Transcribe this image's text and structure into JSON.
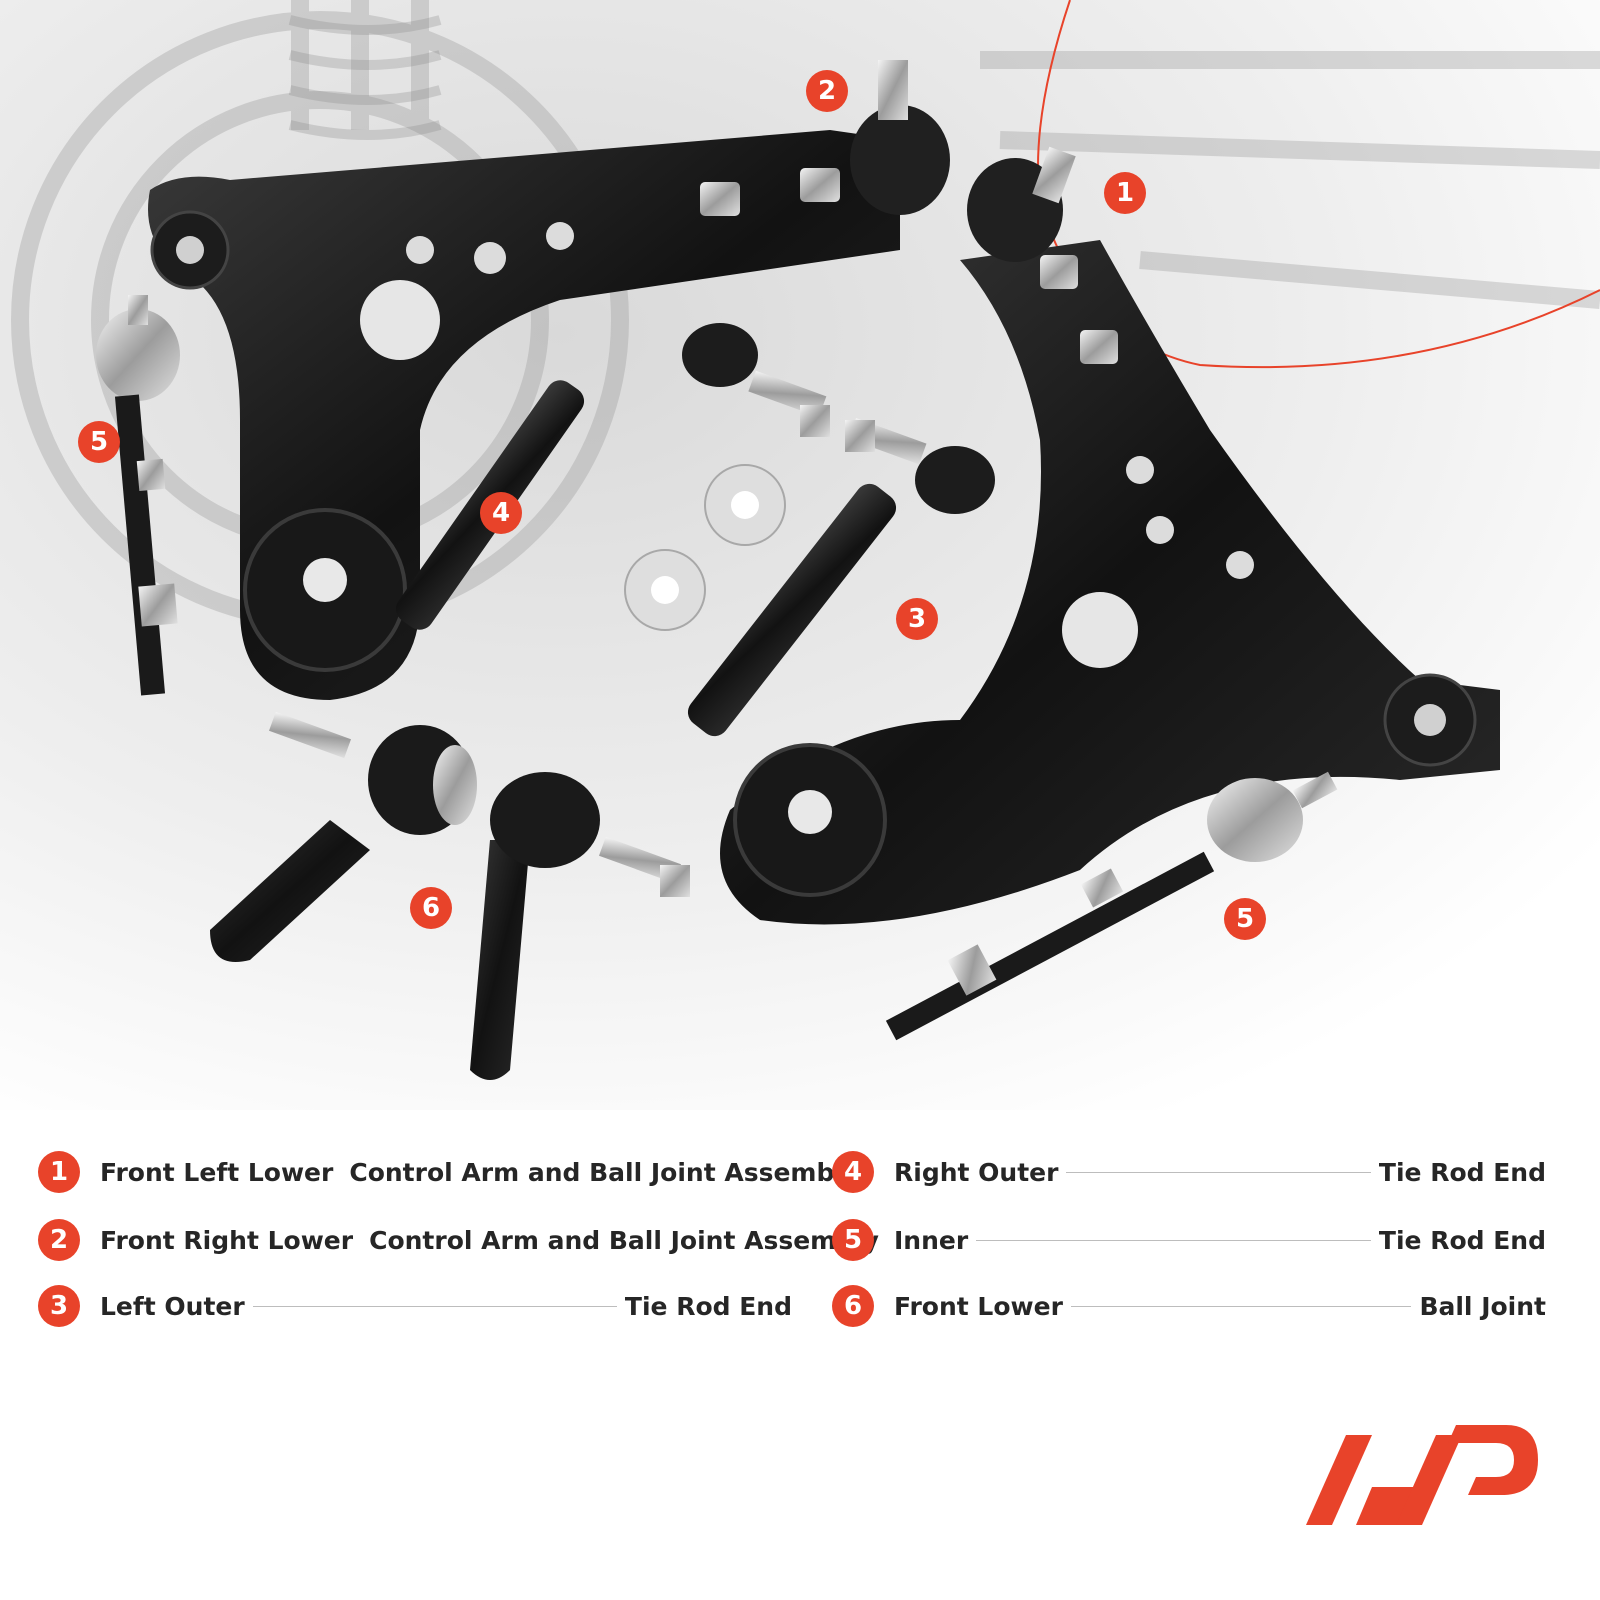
{
  "callouts": [
    {
      "number": "1"
    },
    {
      "number": "2"
    },
    {
      "number": "3"
    },
    {
      "number": "4"
    },
    {
      "number": "5"
    },
    {
      "number": "5"
    },
    {
      "number": "6"
    }
  ],
  "legend": [
    {
      "number": "1",
      "position": "Front Left Lower",
      "part": "Control Arm and Ball Joint Assembly"
    },
    {
      "number": "2",
      "position": "Front Right Lower",
      "part": "Control Arm and Ball Joint Assembly"
    },
    {
      "number": "3",
      "position": "Left Outer",
      "part": "Tie Rod End"
    },
    {
      "number": "4",
      "position": "Right Outer",
      "part": "Tie Rod End"
    },
    {
      "number": "5",
      "position": "Inner",
      "part": "Tie Rod End"
    },
    {
      "number": "6",
      "position": "Front Lower",
      "part": "Ball Joint"
    }
  ],
  "colors": {
    "accent": "#e8432a",
    "text": "#262626",
    "part_black": "#161616"
  },
  "logo": {
    "name": "A-Premium logo"
  }
}
